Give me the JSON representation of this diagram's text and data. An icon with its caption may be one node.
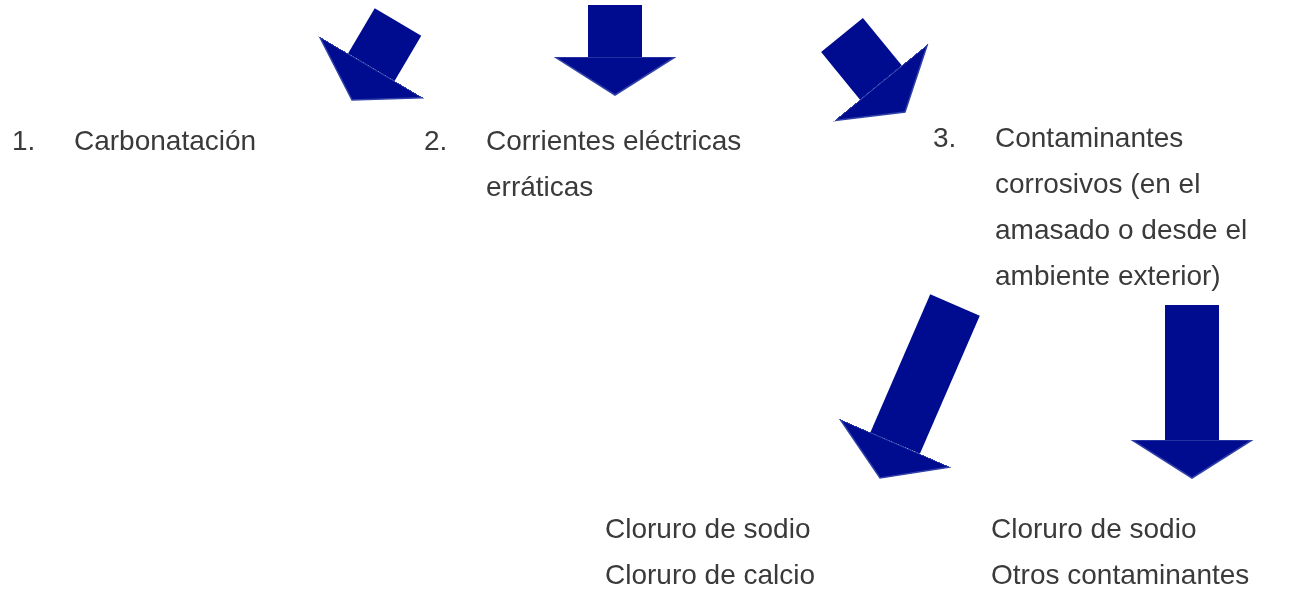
{
  "diagram": {
    "nodes": [
      {
        "text": [
          "1.",
          "Carbonatación"
        ]
      },
      {
        "text": [
          "2.",
          "Corrientes eléctricas erráticas"
        ]
      },
      {
        "text": [
          "3.",
          "Contaminantes corrosivos (en el amasado o desde el ambiente exterior)"
        ]
      },
      {
        "text": [
          "Cloruro de sodio",
          "Cloruro de calcio"
        ]
      },
      {
        "text": [
          "Cloruro de sodio",
          "Otros contaminantes"
        ]
      }
    ],
    "edges": [
      {
        "from": null,
        "to": 0,
        "arrow": "to"
      },
      {
        "from": null,
        "to": 1,
        "arrow": "to"
      },
      {
        "from": null,
        "to": 2,
        "arrow": "to"
      },
      {
        "from": 2,
        "to": 3,
        "arrow": "to"
      },
      {
        "from": 2,
        "to": 4,
        "arrow": "to"
      }
    ]
  }
}
